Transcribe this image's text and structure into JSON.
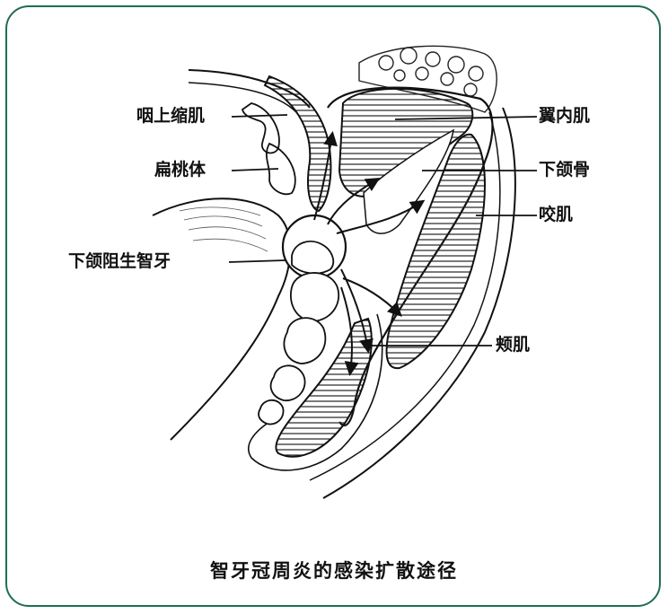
{
  "labels": {
    "pharyngeal_constrictor": "咽上缩肌",
    "tonsil": "扁桃体",
    "impacted_tooth": "下颌阻生智牙",
    "medial_pterygoid": "翼内肌",
    "mandible": "下颌骨",
    "masseter": "咬肌",
    "buccinator": "颊肌"
  },
  "caption": "智牙冠周炎的感染扩散途径",
  "colors": {
    "border": "#1f6e4d",
    "ink": "#111111"
  }
}
